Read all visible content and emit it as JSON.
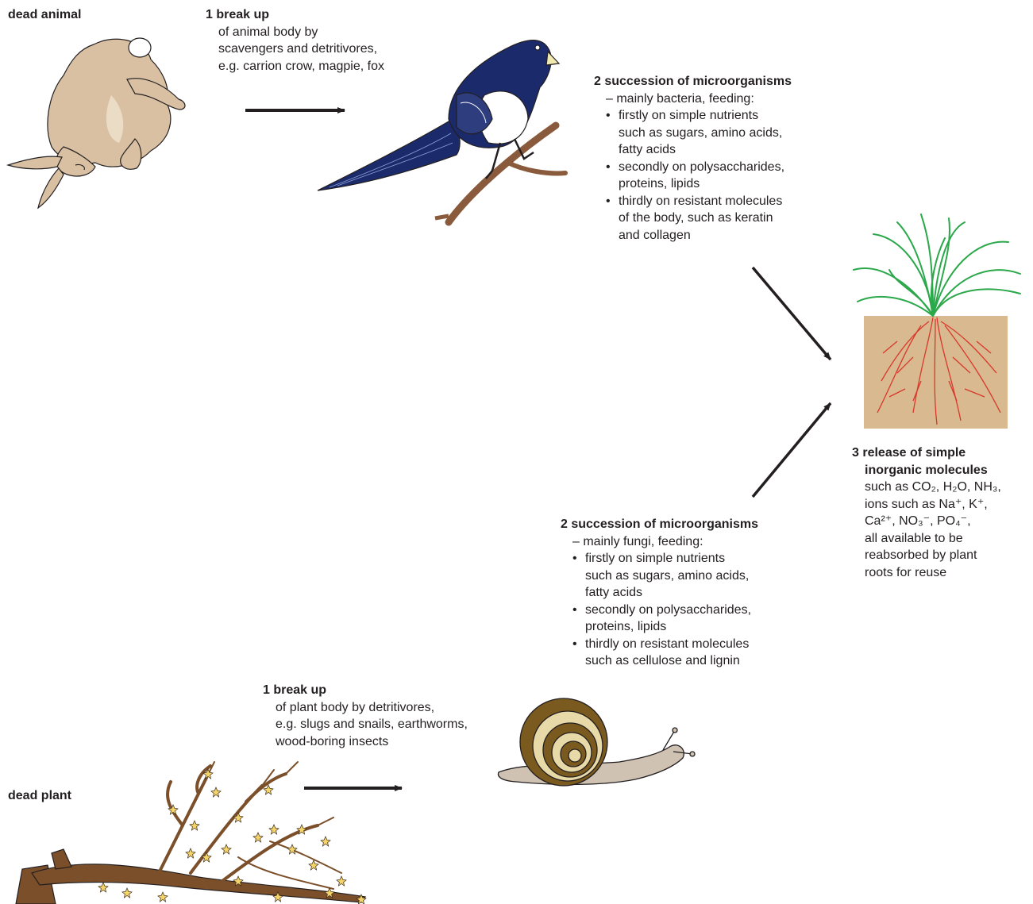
{
  "animal": {
    "heading": "dead animal",
    "breakup": {
      "title": "1 break up",
      "lines": [
        "of animal body by",
        "scavengers and detritivores,",
        "e.g. carrion crow, magpie, fox"
      ]
    },
    "succession": {
      "title": "2 succession of microorganisms",
      "intro": "– mainly bacteria, feeding:",
      "bullets": [
        [
          "firstly on simple nutrients",
          "such as sugars, amino acids,",
          "fatty acids"
        ],
        [
          "secondly on polysaccharides,",
          "proteins, lipids"
        ],
        [
          "thirdly on resistant molecules",
          "of the body, such as keratin",
          "and collagen"
        ]
      ]
    }
  },
  "plant": {
    "heading": "dead plant",
    "breakup": {
      "title": "1 break up",
      "lines": [
        "of plant body by detritivores,",
        "e.g. slugs and snails, earthworms,",
        "wood-boring insects"
      ]
    },
    "succession": {
      "title": "2 succession of microorganisms",
      "intro": "– mainly fungi, feeding:",
      "bullets": [
        [
          "firstly on simple nutrients",
          "such as sugars, amino acids,",
          "fatty acids"
        ],
        [
          "secondly on polysaccharides,",
          "proteins, lipids"
        ],
        [
          "thirdly on resistant molecules",
          "such as cellulose and lignin"
        ]
      ]
    }
  },
  "release": {
    "title_line1": "3 release of simple",
    "title_line2": "inorganic molecules",
    "line1": "such as CO₂, H₂O, NH₃,",
    "line2": "ions such as Na⁺, K⁺,",
    "line3": "Ca²⁺, NO₃⁻, PO₄⁻,",
    "line4": "all available to be",
    "line5": "reabsorbed by plant",
    "line6": "roots for reuse"
  },
  "bullet_symbol": "•",
  "colors": {
    "rabbit": "#d9c0a3",
    "magpie_blue": "#1b2a6b",
    "soil": "#d9b98f",
    "roots": "#d8382b",
    "grass": "#2aa84a",
    "snail_shell": "#7a5a1e",
    "branch": "#7b4f2a",
    "leaf": "#f3d36a"
  }
}
